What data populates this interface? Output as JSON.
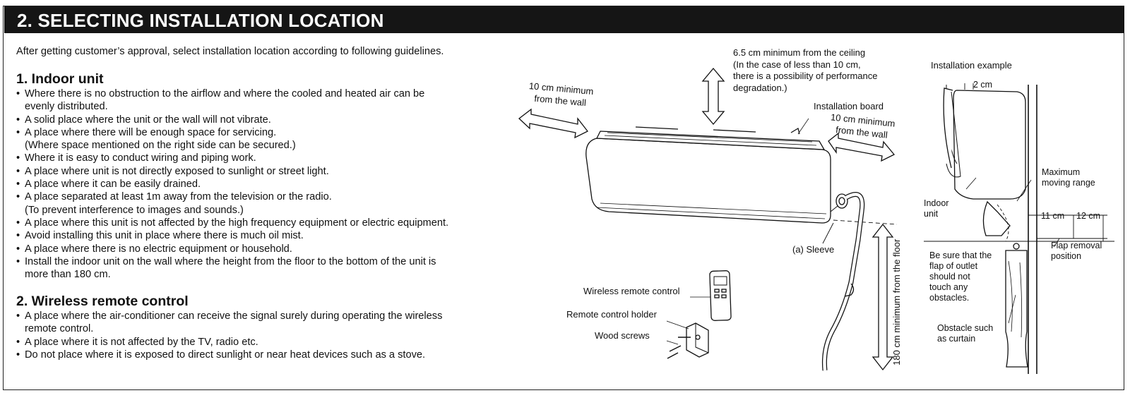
{
  "header": {
    "title": "2. SELECTING INSTALLATION LOCATION"
  },
  "intro": "After getting customer’s approval, select installation location according to following guidelines.",
  "indoor": {
    "heading": "1. Indoor unit",
    "items": [
      [
        "Where there is no obstruction to the airflow and where the cooled and heated air can be",
        "evenly distributed."
      ],
      [
        "A solid place where the unit or the wall will not vibrate."
      ],
      [
        "A place where there will be enough space for servicing.",
        "(Where space mentioned on the right side can be secured.)"
      ],
      [
        "Where it is easy to conduct wiring and piping work."
      ],
      [
        "A place where unit is not directly exposed to sunlight or street light."
      ],
      [
        "A place where it can be easily drained."
      ],
      [
        "A place separated at least 1m away from the television or the radio.",
        "(To prevent interference to images and sounds.)"
      ],
      [
        "A place where this unit is not affected by the high frequency equipment or electric equipment."
      ],
      [
        "Avoid installing this unit in place where there is much oil mist."
      ],
      [
        "A place where there is no electric equipment or household."
      ],
      [
        "Install the indoor unit on the wall where the height from the floor to the bottom of the unit is",
        "more than 180 cm."
      ]
    ]
  },
  "remote": {
    "heading": "2. Wireless remote control",
    "items": [
      [
        "A place where the air-conditioner can receive the signal surely during operating the wireless",
        "remote control."
      ],
      [
        "A place where it is not affected by the TV, radio etc."
      ],
      [
        "Do not place where it is exposed to direct sunlight or near heat devices such as a stove."
      ]
    ]
  },
  "diagram": {
    "ceiling": [
      "6.5 cm minimum from the ceiling",
      "(In the case of less than 10 cm,",
      "there is a possibility of performance",
      "degradation.)"
    ],
    "wall_left": [
      "10 cm minimum",
      "from the wall"
    ],
    "wall_right": [
      "10 cm minimum",
      "from the wall"
    ],
    "installation_board": "Installation board",
    "sleeve": "(a) Sleeve",
    "floor": "180 cm minimum from the floor",
    "wireless_remote": "Wireless remote control",
    "remote_holder": "Remote control holder",
    "wood_screws": "Wood screws"
  },
  "side": {
    "example": "Installation example",
    "gap": "2 cm",
    "max_range": [
      "Maximum",
      "moving range"
    ],
    "indoor_unit": [
      "Indoor",
      "unit"
    ],
    "dim_11": "11 cm",
    "dim_12": "12 cm",
    "flap_removal": [
      "Flap removal",
      "position"
    ],
    "flap_note": [
      "Be sure that the",
      "flap of outlet",
      "should not",
      "touch any",
      "obstacles."
    ],
    "curtain": [
      "Obstacle such",
      "as curtain"
    ]
  }
}
